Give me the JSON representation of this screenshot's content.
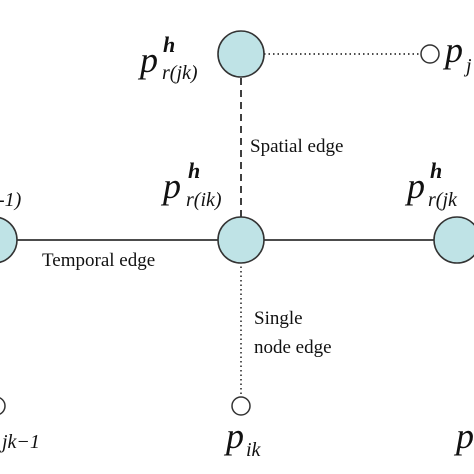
{
  "diagram": {
    "edges": {
      "spatial": "Spatial edge",
      "temporal": "Temporal edge",
      "single_line1": "Single",
      "single_line2": "node edge"
    },
    "labels": {
      "top_p": "p",
      "top_sup": "h",
      "top_sub": "r(jk)",
      "center_p": "p",
      "center_sup": "h",
      "center_sub": "r(ik)",
      "right_p": "p",
      "right_sup": "h",
      "right_sub": "r(jk",
      "top_right_p": "p",
      "top_right_sub": "j",
      "left_partial": "-1)",
      "bottom_p": "p",
      "bottom_sub": "ik",
      "bottom_left_sub": "jk−1",
      "bottom_right_p": "p"
    },
    "colors": {
      "big_node_fill": "#bfe3e6",
      "node_stroke": "#333333",
      "edge": "#111111",
      "small_node_fill": "#ffffff"
    }
  }
}
